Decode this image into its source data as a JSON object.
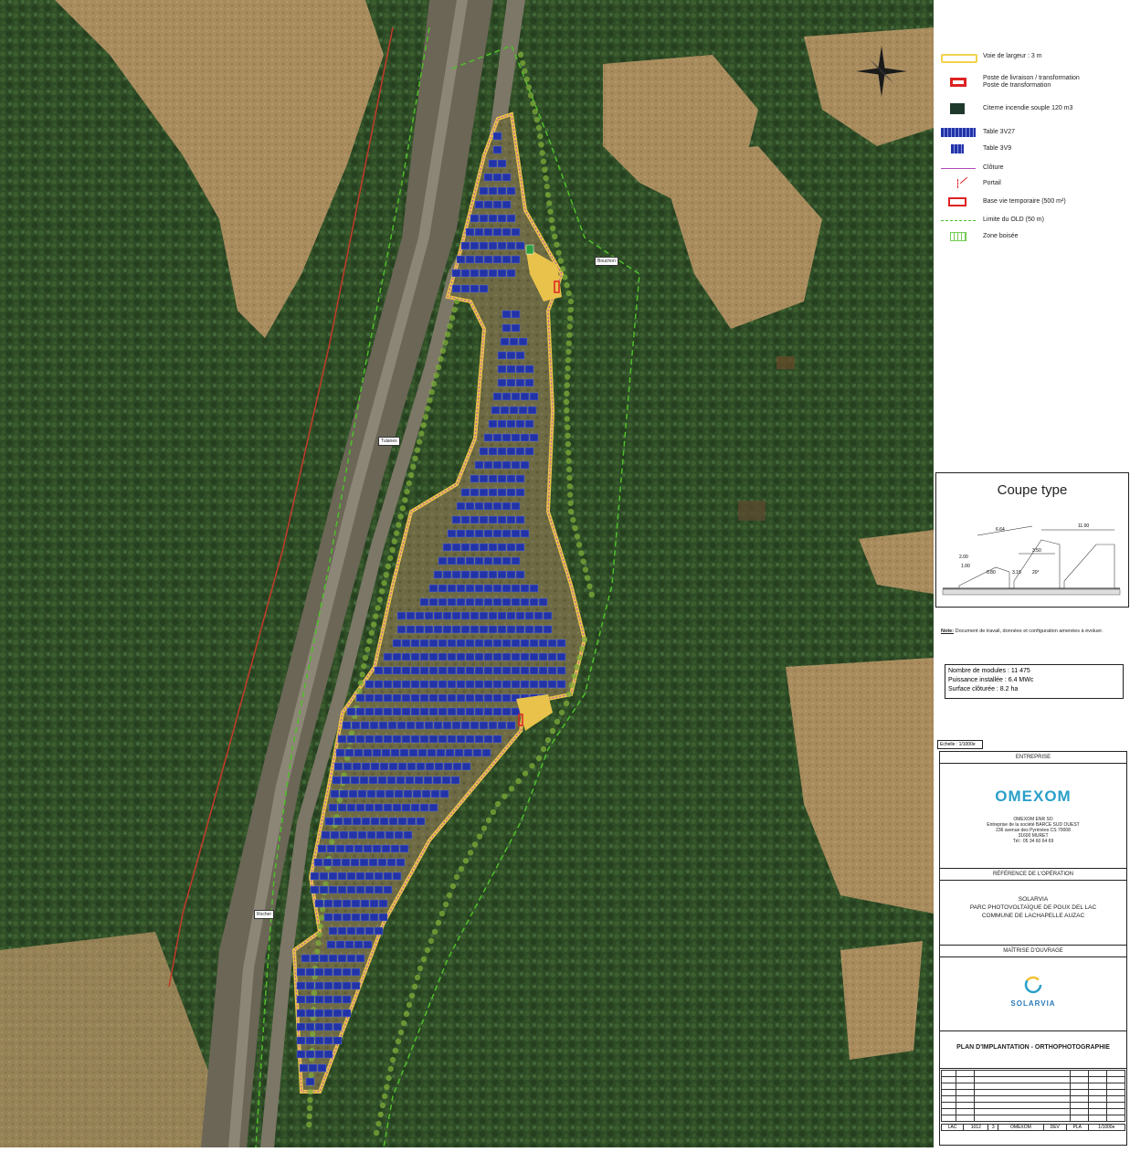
{
  "map": {
    "labels": {
      "panneau_1": "Bouchon",
      "panneau_2": "Tulanes",
      "panneau_3": "Rocher"
    },
    "colors": {
      "forest": "#2c4a24",
      "field": "#a58a5e",
      "site_outline": "#e8c24a",
      "panel": "#2233a8",
      "fence": "#b04ab8",
      "old_limit": "#4fbf2a",
      "road_red": "#c43a2a"
    }
  },
  "legend": {
    "items": [
      {
        "label": "Voie de largeur : 3 m",
        "icon": "road-swatch-icon"
      },
      {
        "label": "Poste de livraison / transformation\nPoste de transformation",
        "icon": "substation-icon"
      },
      {
        "label": "Citerne incendie souple 120 m3",
        "icon": "water-tank-icon"
      },
      {
        "label": "Table 3V27",
        "icon": "table-3v27-icon"
      },
      {
        "label": "Table 3V9",
        "icon": "table-3v9-icon"
      },
      {
        "label": "Clôture",
        "icon": "fence-line-icon"
      },
      {
        "label": "Portail",
        "icon": "gate-icon"
      },
      {
        "label": "Base vie temporaire (500 m²)",
        "icon": "base-vie-icon"
      },
      {
        "label": "Limite du OLD (50 m)",
        "icon": "old-limit-icon"
      },
      {
        "label": "Zone boisée",
        "icon": "wooded-zone-icon"
      }
    ]
  },
  "coupe": {
    "title": "Coupe type",
    "dims": [
      "6.64",
      "11.00",
      "2.00",
      "1.00",
      "3.15",
      "0.80",
      "20°",
      "3.50"
    ]
  },
  "note": {
    "prefix": "Note:",
    "text": "Document de travail, données et configuration amenées à évoluer."
  },
  "stats": {
    "modules": "Nombre de modules : 11 475",
    "puissance": "Puissance installée : 6.4 MWc",
    "surface": "Surface clôturée : 8.2 ha"
  },
  "echelle": "Echelle : 1/1000e",
  "cartouche": {
    "entreprise_header": "ENTREPRISE",
    "omexom": "OMEXOM",
    "address": "OMEXOM ENR SO\nEntreprise de la société BARCE SUD OUEST\n236 avenue des Pyrénées CS 70008\n31600 MURET\nTél : 05 34 60 64 69",
    "ref_header": "RÉFÉRENCE DE L'OPÉRATION",
    "operation": "SOLARVIA\nPARC PHOTOVOLTAÏQUE DE POUX DEL LAC\nCOMMUNE DE LACHAPELLE AUZAC",
    "maitrise_header": "MAÎTRISE D'OUVRAGE",
    "solarvia": "SOLARVIA",
    "plan_title": "PLAN D'IMPLANTATION - ORTHOPHOTOGRAPHIE",
    "bottom_row": [
      "LAC",
      "1012",
      "3",
      "OMEXOM",
      "DEV",
      "PLA",
      "1/1000e"
    ]
  }
}
